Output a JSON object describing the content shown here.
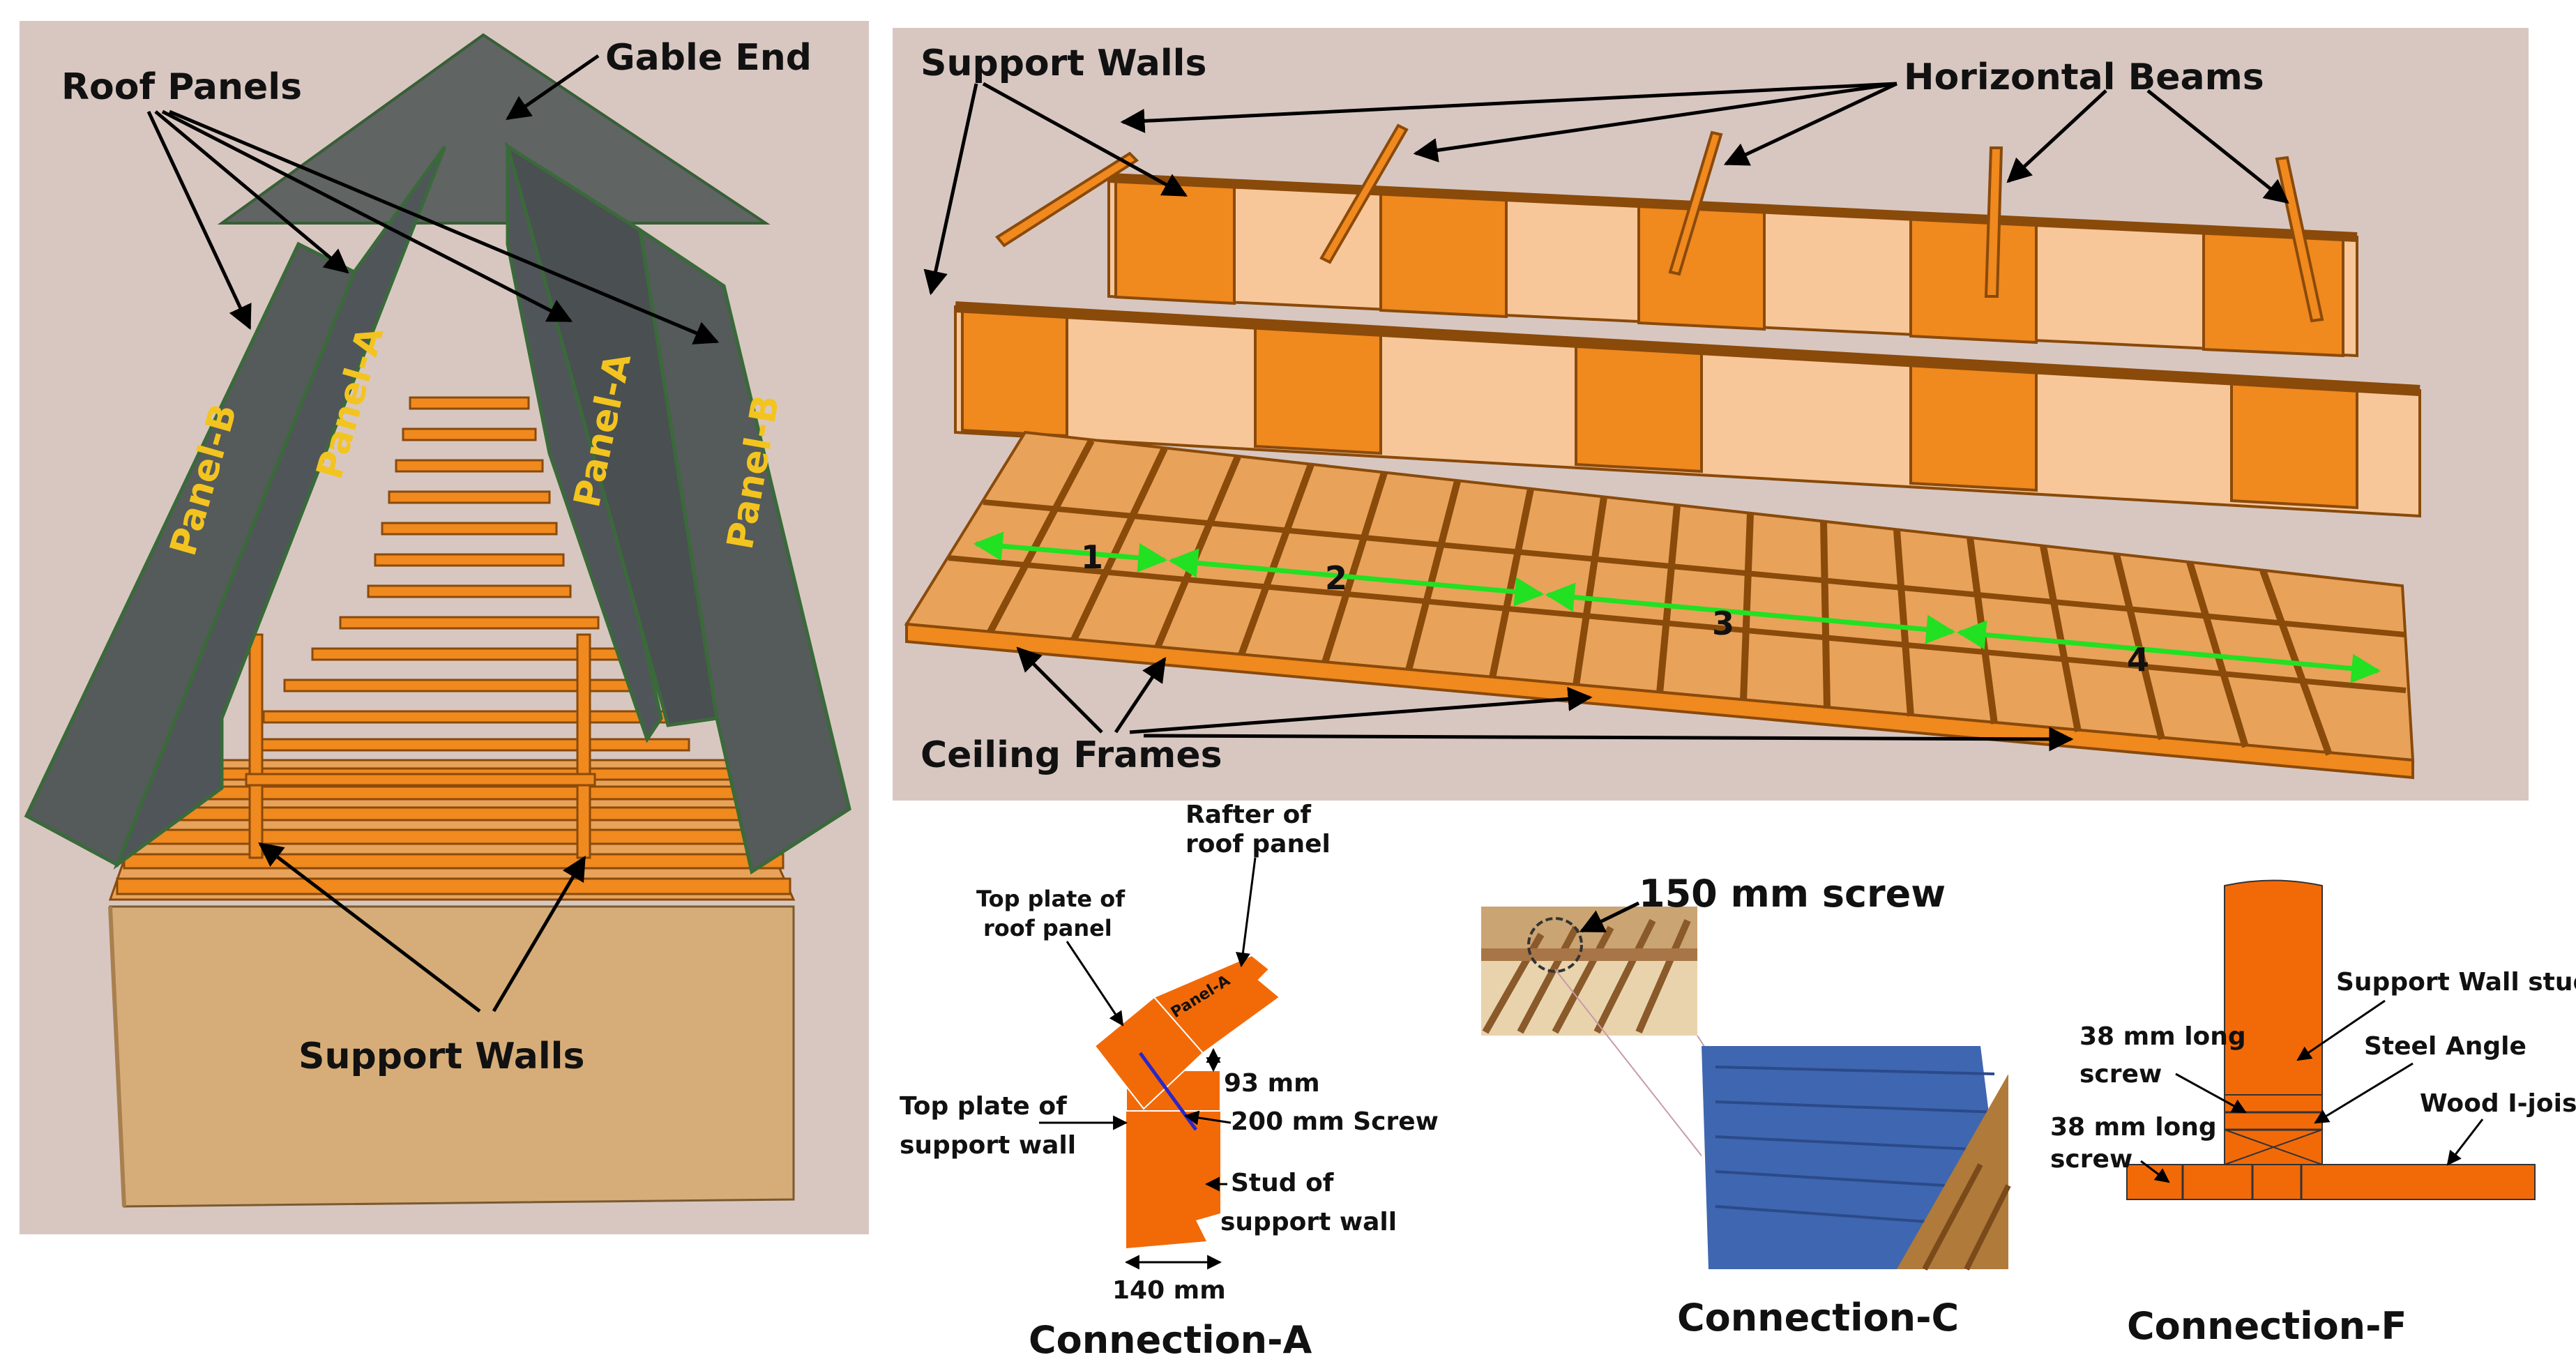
{
  "left": {
    "roof_panels": "Roof Panels",
    "gable_end": "Gable End",
    "panel_b_left": "Panel-B",
    "panel_a_left": "Panel-A",
    "panel_a_right": "Panel-A",
    "panel_b_right": "Panel-B",
    "support_walls": "Support Walls"
  },
  "right_top": {
    "support_walls": "Support Walls",
    "horizontal_beams": "Horizontal Beams",
    "ceiling_frames": "Ceiling Frames",
    "seg1": "1",
    "seg2": "2",
    "seg3": "3",
    "seg4": "4"
  },
  "connection_a": {
    "rafter_line1": "Rafter of",
    "rafter_line2": "roof panel",
    "top_plate_roof_line1": "Top plate of",
    "top_plate_roof_line2": "roof panel",
    "panel_tag": "Panel-A",
    "dim_93": "93 mm",
    "screw_200": "200 mm Screw",
    "top_plate_wall_line1": "Top plate of",
    "top_plate_wall_line2": "support wall",
    "stud_line1": "Stud of",
    "stud_line2": "support wall",
    "dim_140": "140 mm",
    "title": "Connection-A"
  },
  "connection_c": {
    "screw": "150 mm screw",
    "title": "Connection-C"
  },
  "connection_f": {
    "stud": "Support Wall stud",
    "screw_38_a_line1": "38 mm long",
    "screw_38_a_line2": "screw",
    "steel_angle": "Steel Angle",
    "screw_38_b_line1": "38 mm long",
    "screw_38_b_line2": "screw",
    "ijoist": "Wood I-joist",
    "title": "Connection-F"
  },
  "colors": {
    "panel_bg": "#d8c7c1",
    "timber": "#f0891e",
    "timber_dark": "#b25a0a",
    "roof_panel": "#555a5a",
    "panel_label": "#f3c41f",
    "box": "#d6ad78",
    "arrow_green": "#22e022",
    "screw_blue": "#2a27c8"
  }
}
